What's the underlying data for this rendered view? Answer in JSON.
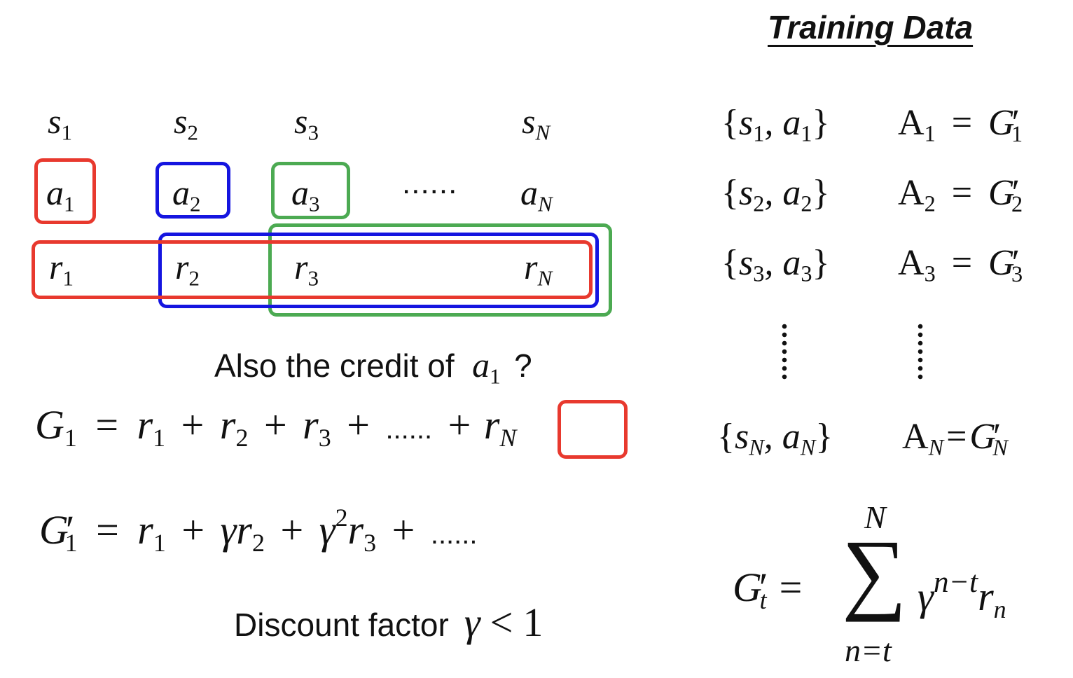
{
  "title": "Training Data",
  "trajectory": {
    "states": [
      {
        "sym": "s",
        "sub": "1"
      },
      {
        "sym": "s",
        "sub": "2"
      },
      {
        "sym": "s",
        "sub": "3"
      },
      {
        "sym": "s",
        "sub": "N"
      }
    ],
    "actions": [
      {
        "sym": "a",
        "sub": "1"
      },
      {
        "sym": "a",
        "sub": "2"
      },
      {
        "sym": "a",
        "sub": "3"
      },
      {
        "sym": "a",
        "sub": "N"
      }
    ],
    "rewards": [
      {
        "sym": "r",
        "sub": "1"
      },
      {
        "sym": "r",
        "sub": "2"
      },
      {
        "sym": "r",
        "sub": "3"
      },
      {
        "sym": "r",
        "sub": "N"
      }
    ],
    "ellipsis": "......"
  },
  "question": {
    "text": "Also the credit of",
    "sym": "a",
    "sub": "1",
    "mark": "?"
  },
  "equations": {
    "g1": {
      "lhs": "G",
      "lhs_sub": "1",
      "eq": "=",
      "plus": "+",
      "ellipsis": "......"
    },
    "g1_prime": {
      "lhs": "G",
      "prime": "′",
      "lhs_sub": "1",
      "eq": "=",
      "gamma": "γ",
      "sq": "2",
      "plus": "+",
      "ellipsis": "......"
    },
    "discount": {
      "text": "Discount factor",
      "gamma": "γ",
      "lt": "<",
      "one": "1"
    },
    "sum": {
      "lhs": "G",
      "prime": "′",
      "lhs_sub": "t",
      "eq": "=",
      "sigma": "∑",
      "upper": "N",
      "lower": "n=t",
      "gamma": "γ",
      "exp": "n−t",
      "r": "r",
      "r_sub": "n"
    }
  },
  "training_rows": [
    {
      "s": "s",
      "a": "a",
      "sub": "1",
      "A": "A",
      "G": "G",
      "prime": "′"
    },
    {
      "s": "s",
      "a": "a",
      "sub": "2",
      "A": "A",
      "G": "G",
      "prime": "′"
    },
    {
      "s": "s",
      "a": "a",
      "sub": "3",
      "A": "A",
      "G": "G",
      "prime": "′"
    },
    {
      "s": "s",
      "a": "a",
      "sub": "N",
      "A": "A",
      "G": "G",
      "prime": "′"
    }
  ],
  "colors": {
    "red": "#e8392e",
    "blue": "#1515e0",
    "green": "#4caa52"
  }
}
